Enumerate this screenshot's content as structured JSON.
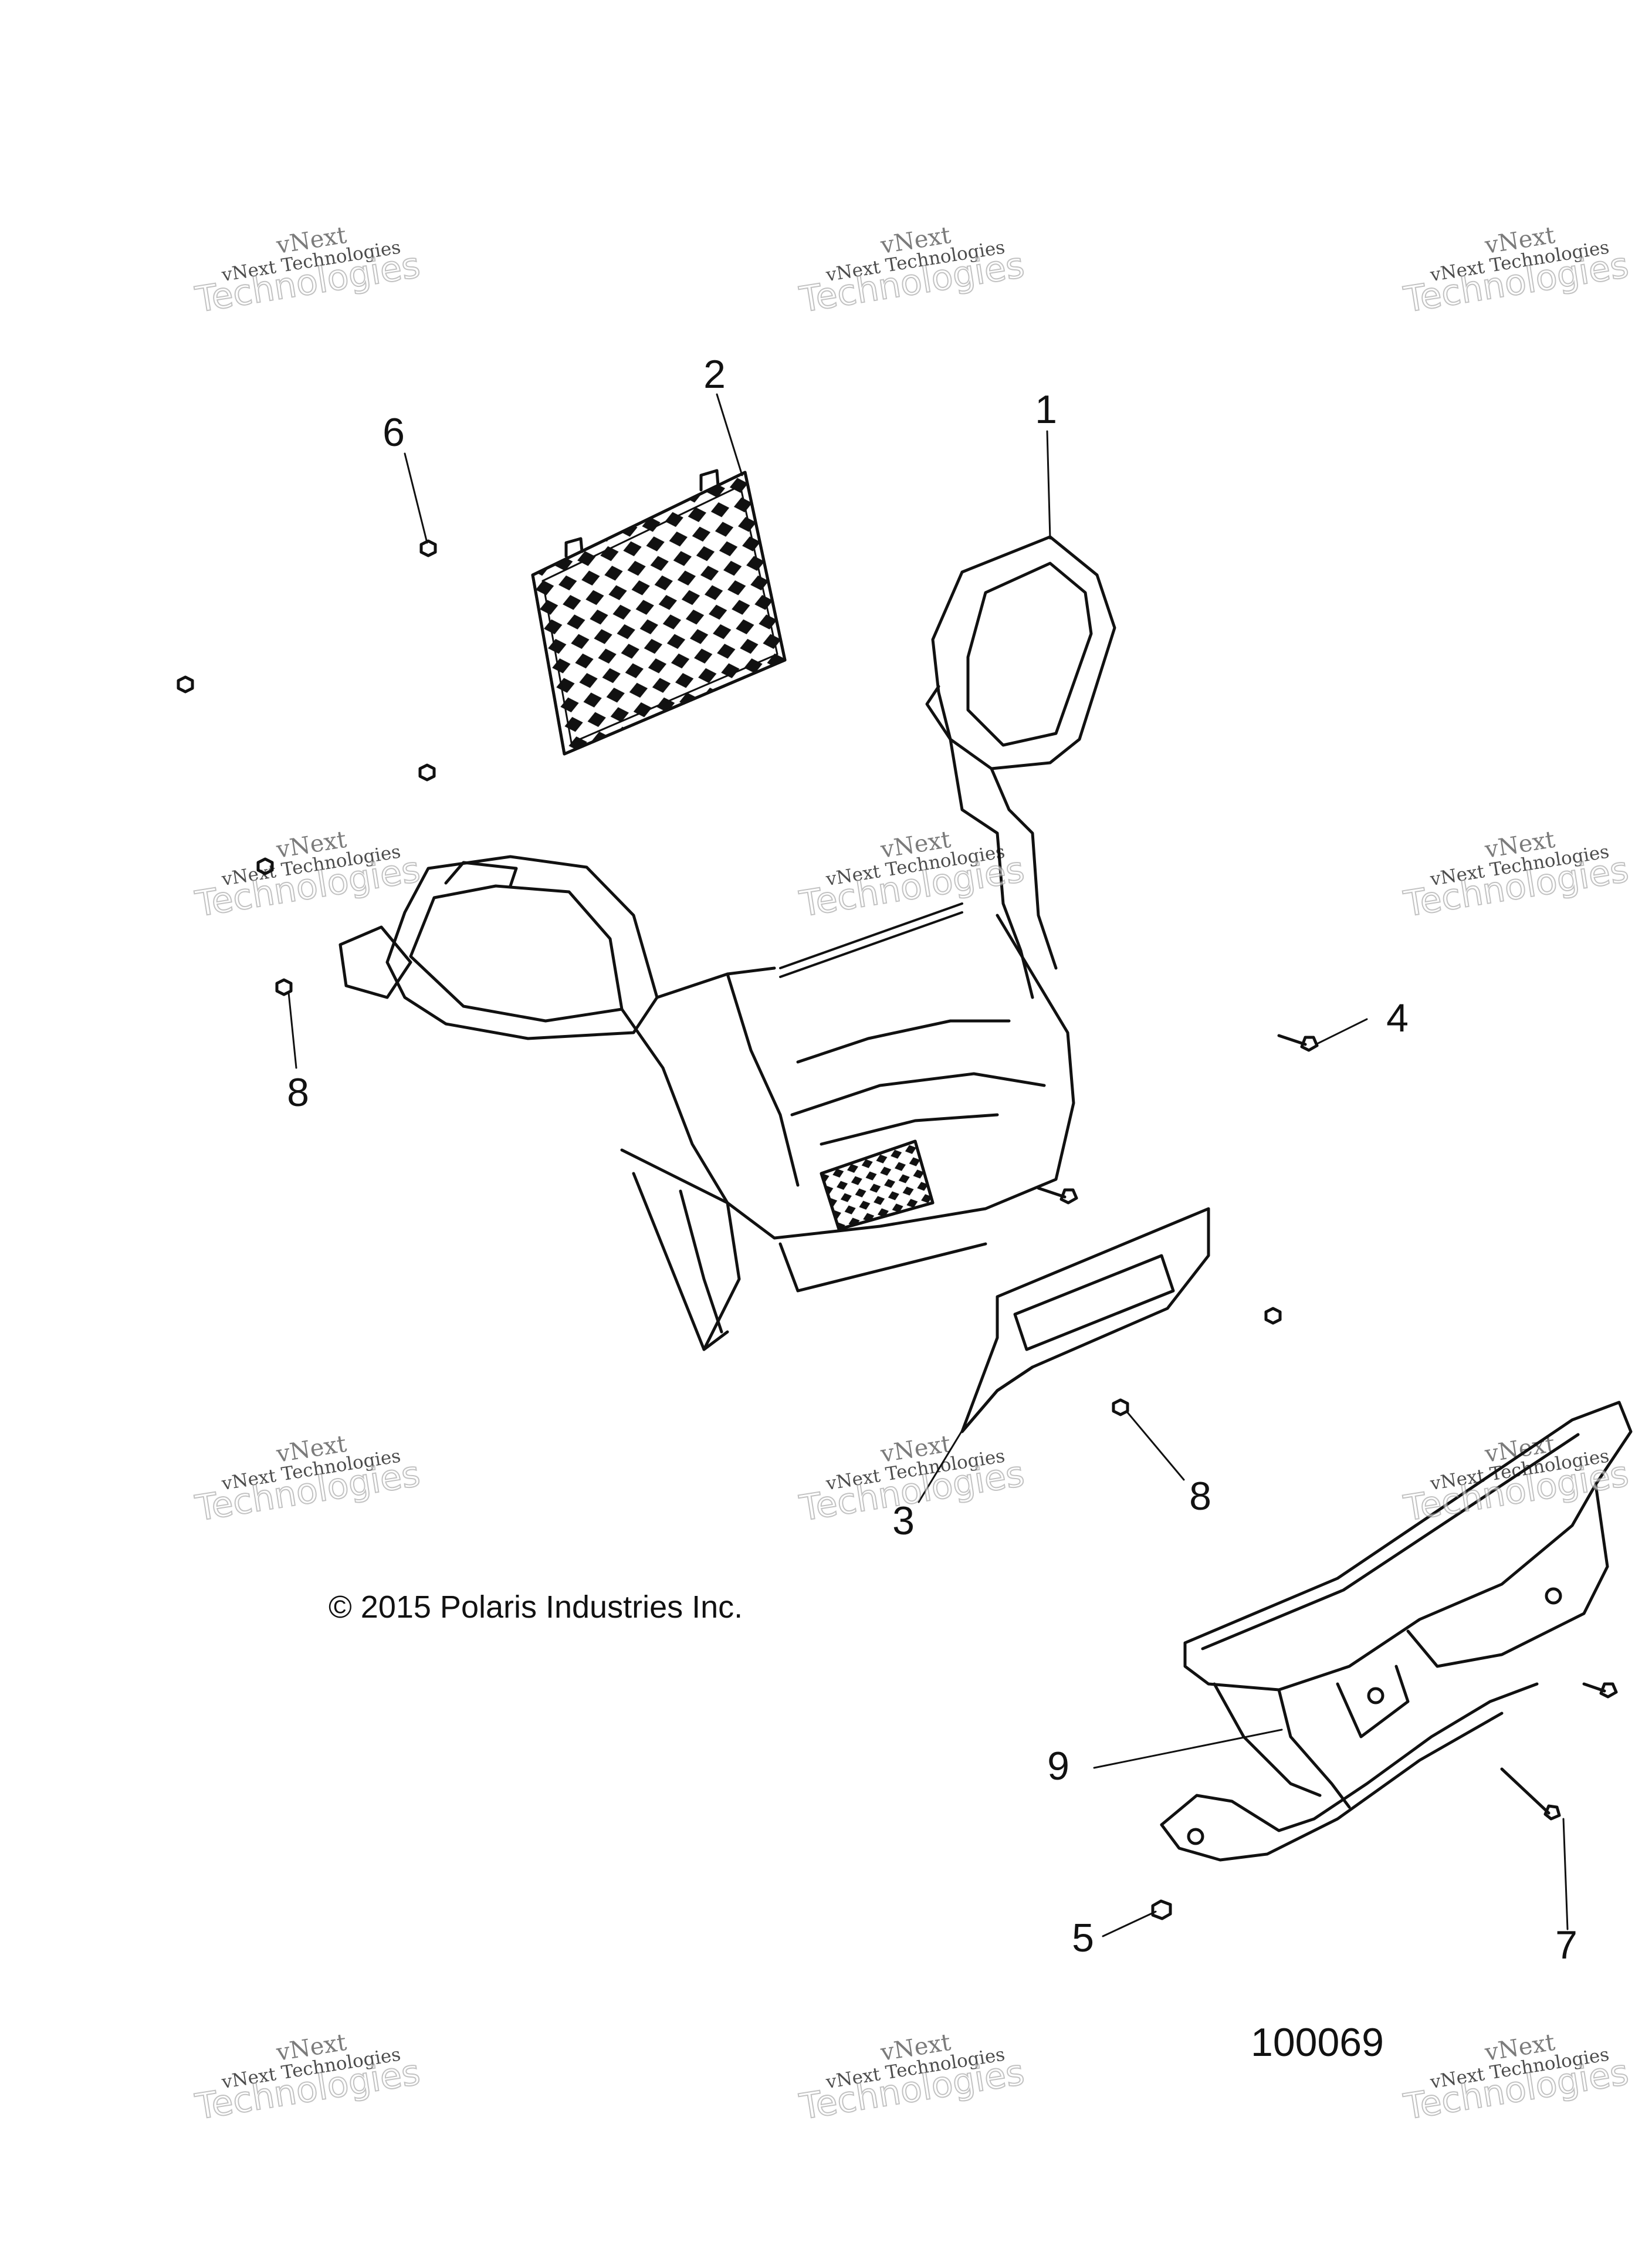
{
  "diagram": {
    "copyright": "© 2015 Polaris Industries Inc.",
    "figure_number": "100069",
    "callouts": [
      {
        "id": "1",
        "label": "1"
      },
      {
        "id": "2",
        "label": "2"
      },
      {
        "id": "3",
        "label": "3"
      },
      {
        "id": "4",
        "label": "4"
      },
      {
        "id": "5",
        "label": "5"
      },
      {
        "id": "6",
        "label": "6"
      },
      {
        "id": "7",
        "label": "7"
      },
      {
        "id": "8a",
        "label": "8"
      },
      {
        "id": "8b",
        "label": "8"
      },
      {
        "id": "9",
        "label": "9"
      }
    ],
    "watermark": {
      "line1": "vNext",
      "line2": "vNext Technologies",
      "line3": "Technologies"
    }
  }
}
